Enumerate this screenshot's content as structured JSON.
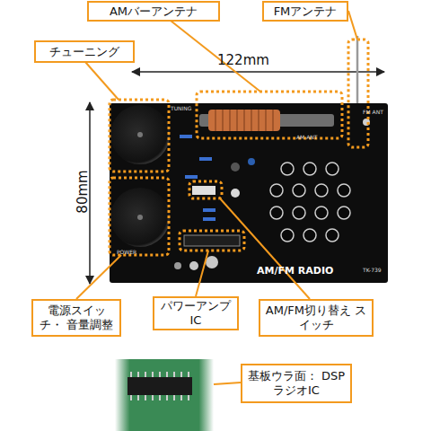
{
  "diagram": {
    "nodes": [
      {
        "text": [
          "AMバーアンテナ"
        ]
      },
      {
        "text": [
          "FMアンテナ"
        ]
      },
      {
        "text": [
          "チューニング"
        ]
      },
      {
        "text": [
          "電源スイッチ・ 音量調整"
        ]
      },
      {
        "text": [
          "パワーアンプIC"
        ]
      },
      {
        "text": [
          "AM/FM切り替え スイッチ"
        ]
      },
      {
        "text": [
          "基板ウラ面： DSPラジオIC"
        ]
      }
    ],
    "labels": [
      "122mm",
      "80mm",
      "AM/FM RADIO",
      "TK-739",
      "TUNING",
      "POWER",
      "AM ANT",
      "FM ANT"
    ]
  }
}
